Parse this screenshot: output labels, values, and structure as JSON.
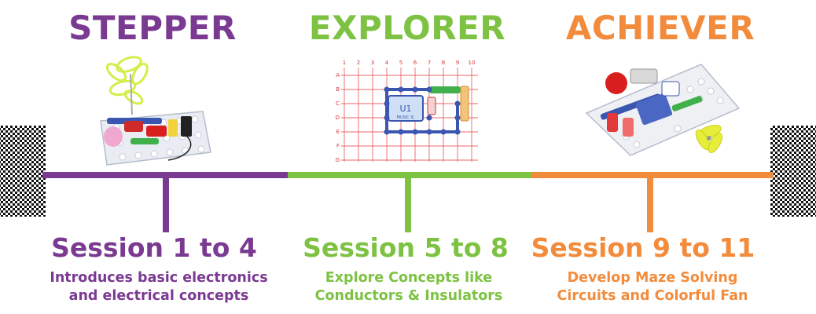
{
  "colors": {
    "stepper": "#7b3a92",
    "explorer": "#7dc242",
    "achiever": "#f28c3c"
  },
  "stages": [
    {
      "title": "STEPPER",
      "session": "Session 1 to 4",
      "description": [
        "Introduces basic electronics",
        "and electrical concepts"
      ]
    },
    {
      "title": "EXPLORER",
      "session": "Session 5 to 8",
      "description": [
        "Explore Concepts like",
        "Conductors & Insulators"
      ]
    },
    {
      "title": "ACHIEVER",
      "session": "Session 9 to 11",
      "description": [
        "Develop Maze Solving",
        "Circuits and Colorful Fan"
      ]
    }
  ],
  "grid": {
    "columns": [
      "1",
      "2",
      "3",
      "4",
      "5",
      "6",
      "7",
      "8",
      "9",
      "10"
    ],
    "rows": [
      "A",
      "B",
      "C",
      "D",
      "E",
      "F",
      "G"
    ],
    "module_label": "U1",
    "module_sublabel": "MUSIC IC"
  }
}
